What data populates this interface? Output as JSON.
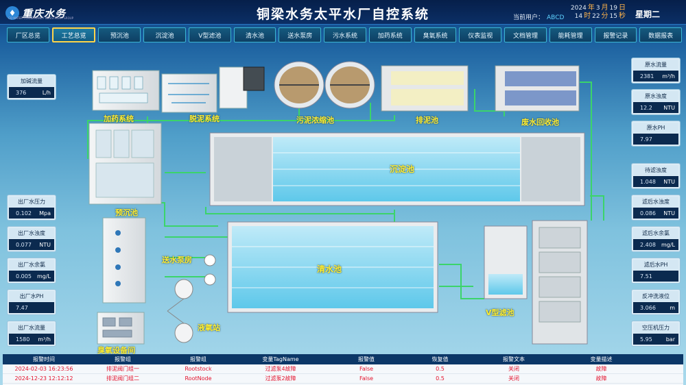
{
  "header": {
    "logo_text": "重庆水务",
    "logo_sub": "CQ WATER CONSERVANCY INVESTMENT GROUP",
    "title": "铜梁水务太平水厂自控系统",
    "user_label": "当前用户：",
    "user_name": "ABCD",
    "date": {
      "year": "2024",
      "year_unit": "年",
      "month": "3",
      "month_unit": "月",
      "day": "19",
      "day_unit": "日"
    },
    "time": {
      "hour": "14",
      "hour_unit": "时",
      "minute": "22",
      "minute_unit": "分",
      "second": "15",
      "second_unit": "秒"
    },
    "weekday": "星期二"
  },
  "nav": [
    {
      "label": "厂区总览",
      "active": false
    },
    {
      "label": "工艺总览",
      "active": true
    },
    {
      "label": "预沉池",
      "active": false
    },
    {
      "label": "沉淀池",
      "active": false
    },
    {
      "label": "V型滤池",
      "active": false
    },
    {
      "label": "清水池",
      "active": false
    },
    {
      "label": "送水泵房",
      "active": false
    },
    {
      "label": "污水系统",
      "active": false
    },
    {
      "label": "加药系统",
      "active": false
    },
    {
      "label": "臭氧系统",
      "active": false
    },
    {
      "label": "仪表监视",
      "active": false
    },
    {
      "label": "文档管理",
      "active": false
    },
    {
      "label": "能耗管理",
      "active": false
    },
    {
      "label": "报警记录",
      "active": false
    },
    {
      "label": "数据报表",
      "active": false
    }
  ],
  "left_gauges": [
    {
      "label": "加碱流量",
      "value": "376",
      "unit": "L/h"
    },
    {
      "label": "出厂水压力",
      "value": "0.102",
      "unit": "Mpa"
    },
    {
      "label": "出厂水浊度",
      "value": "0.077",
      "unit": "NTU"
    },
    {
      "label": "出厂水余氯",
      "value": "0.005",
      "unit": "mg/L"
    },
    {
      "label": "出厂水PH",
      "value": "7.47",
      "unit": ""
    },
    {
      "label": "出厂水流量",
      "value": "1580",
      "unit": "m³/h"
    }
  ],
  "right_gauges": [
    {
      "label": "原水流量",
      "value": "2381",
      "unit": "m³/h"
    },
    {
      "label": "原水浊度",
      "value": "12.2",
      "unit": "NTU"
    },
    {
      "label": "原水PH",
      "value": "7.97",
      "unit": ""
    },
    {
      "label": "待滤浊度",
      "value": "1.048",
      "unit": "NTU"
    },
    {
      "label": "滤后水浊度",
      "value": "0.086",
      "unit": "NTU"
    },
    {
      "label": "滤后水余氯",
      "value": "2.408",
      "unit": "mg/L"
    },
    {
      "label": "滤后水PH",
      "value": "7.51",
      "unit": ""
    },
    {
      "label": "反冲洗液位",
      "value": "3.066",
      "unit": "m"
    },
    {
      "label": "空压机压力",
      "value": "5.95",
      "unit": "bar"
    }
  ],
  "areas": {
    "dosing": "加药系统",
    "sludge_dewater": "脱泥系统",
    "sludge_thicken": "污泥浓缩池",
    "sludge_drain": "排泥池",
    "waste_recycle": "废水回收池",
    "sediment": "沉淀池",
    "pre_settle": "预沉池",
    "pump_house": "送水泵房",
    "clear_water": "清水池",
    "oxygen_station": "液氧站",
    "v_filter": "V型滤池",
    "ozone_room": "臭氧设备间"
  },
  "alarm": {
    "columns": [
      "报警时间",
      "报警组",
      "报警组",
      "变量TagName",
      "报警值",
      "恢复值",
      "报警文本",
      "变量描述",
      ""
    ],
    "rows": [
      [
        "2024-02-03 16:23:56",
        "排泥阀门组一",
        "Rootstock",
        "过滤泵4故障",
        "False",
        "0.5",
        "关闭",
        "故障",
        ""
      ],
      [
        "2024-12-23 12:12:12",
        "排泥阀门组二",
        "RootNode",
        "过滤泵2故障",
        "False",
        "0.5",
        "关闭",
        "故障",
        ""
      ]
    ]
  },
  "colors": {
    "header_bg": "#061f4a",
    "nav_border": "#3cb7d4",
    "active_border": "#ffd54a",
    "area_label": "#ffee32",
    "alarm_text": "#e3112b",
    "pipe": "#3bd46a",
    "water": "#5ec8ea"
  }
}
